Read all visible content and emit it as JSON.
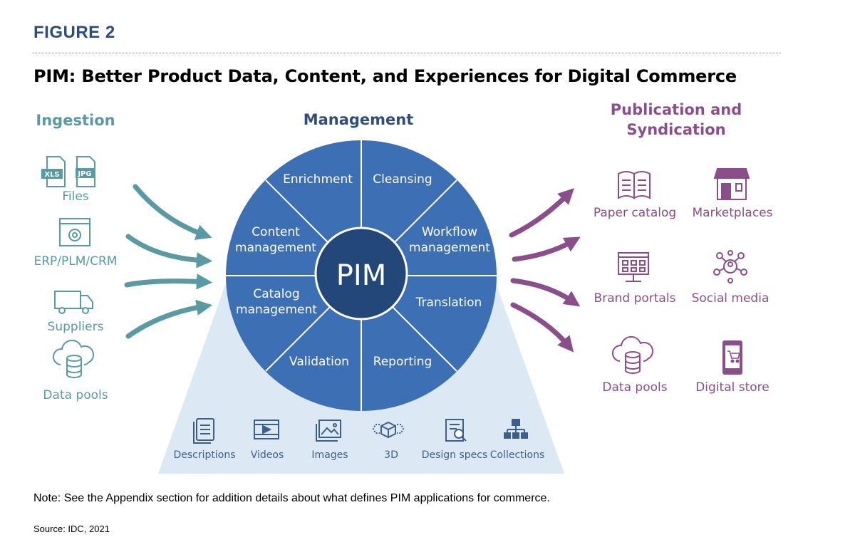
{
  "figure_label": "FIGURE 2",
  "title": "PIM: Better Product Data, Content, and Experiences for Digital Commerce",
  "colors": {
    "teal": "#5a9aa3",
    "blue": "#3d6fb4",
    "dark_blue": "#24477a",
    "purple": "#8a4f8a",
    "pale_blue": "#dce9f5"
  },
  "ingestion": {
    "heading": "Ingestion",
    "items": [
      {
        "label": "Files",
        "icon": "files-icon",
        "badges": [
          "XLS",
          "JPG"
        ]
      },
      {
        "label": "ERP/PLM/CRM",
        "icon": "gear-window-icon"
      },
      {
        "label": "Suppliers",
        "icon": "truck-icon"
      },
      {
        "label": "Data pools",
        "icon": "cloud-database-icon"
      }
    ]
  },
  "management": {
    "heading": "Management",
    "center": "PIM",
    "segments": [
      {
        "label": "Enrichment"
      },
      {
        "label": "Cleansing"
      },
      {
        "line1": "Workflow",
        "line2": "management"
      },
      {
        "label": "Translation"
      },
      {
        "label": "Reporting"
      },
      {
        "label": "Validation"
      },
      {
        "line1": "Catalog",
        "line2": "management"
      },
      {
        "line1": "Content",
        "line2": "management"
      }
    ],
    "assets": [
      {
        "label": "Descriptions",
        "icon": "document-icon"
      },
      {
        "label": "Videos",
        "icon": "video-icon"
      },
      {
        "label": "Images",
        "icon": "images-icon"
      },
      {
        "label": "3D",
        "icon": "cube-3d-icon"
      },
      {
        "label": "Design specs",
        "icon": "document-search-icon"
      },
      {
        "label": "Collections",
        "icon": "hierarchy-icon"
      }
    ]
  },
  "publication": {
    "heading_line1": "Publication and",
    "heading_line2": "Syndication",
    "items": [
      {
        "label": "Paper catalog",
        "icon": "open-book-icon"
      },
      {
        "label": "Marketplaces",
        "icon": "storefront-icon"
      },
      {
        "label": "Brand portals",
        "icon": "monitor-grid-icon"
      },
      {
        "label": "Social media",
        "icon": "social-network-icon"
      },
      {
        "label": "Data pools",
        "icon": "cloud-database-icon"
      },
      {
        "label": "Digital store",
        "icon": "mobile-cart-icon"
      }
    ]
  },
  "note": "Note: See the Appendix section for addition details about what defines PIM applications for commerce.",
  "source": "Source: IDC, 2021"
}
